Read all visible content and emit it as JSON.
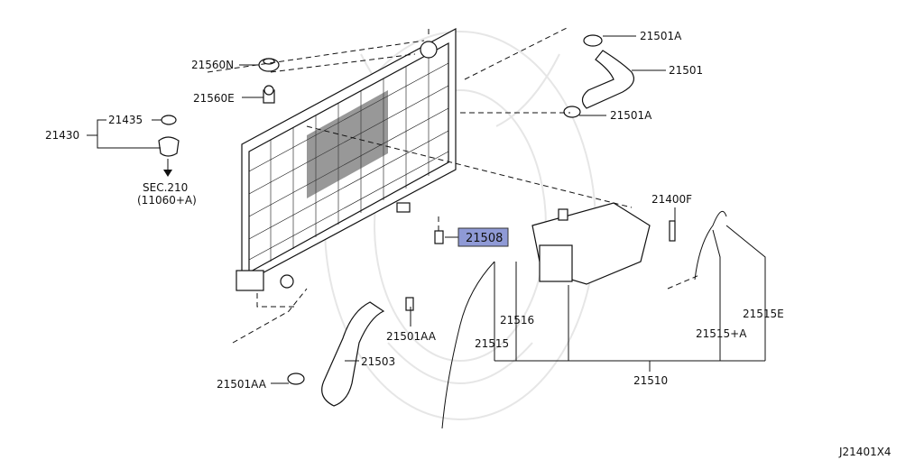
{
  "diagram": {
    "labels": {
      "p21501A_top": "21501A",
      "p21501": "21501",
      "p21501A_mid": "21501A",
      "p21560N": "21560N",
      "p21560E": "21560E",
      "p21435": "21435",
      "p21430": "21430",
      "sec_line1": "SEC.210",
      "sec_line2": "(11060+A)",
      "p21508": "21508",
      "p21400F": "21400F",
      "p21516": "21516",
      "p21515": "21515",
      "p21515E": "21515E",
      "p21515A": "21515+A",
      "p21510": "21510",
      "p21501AA_mid": "21501AA",
      "p21503": "21503",
      "p21501AA_bottom": "21501AA",
      "figure_code": "J21401X4"
    },
    "highlight_color": "#8f9ad6"
  }
}
